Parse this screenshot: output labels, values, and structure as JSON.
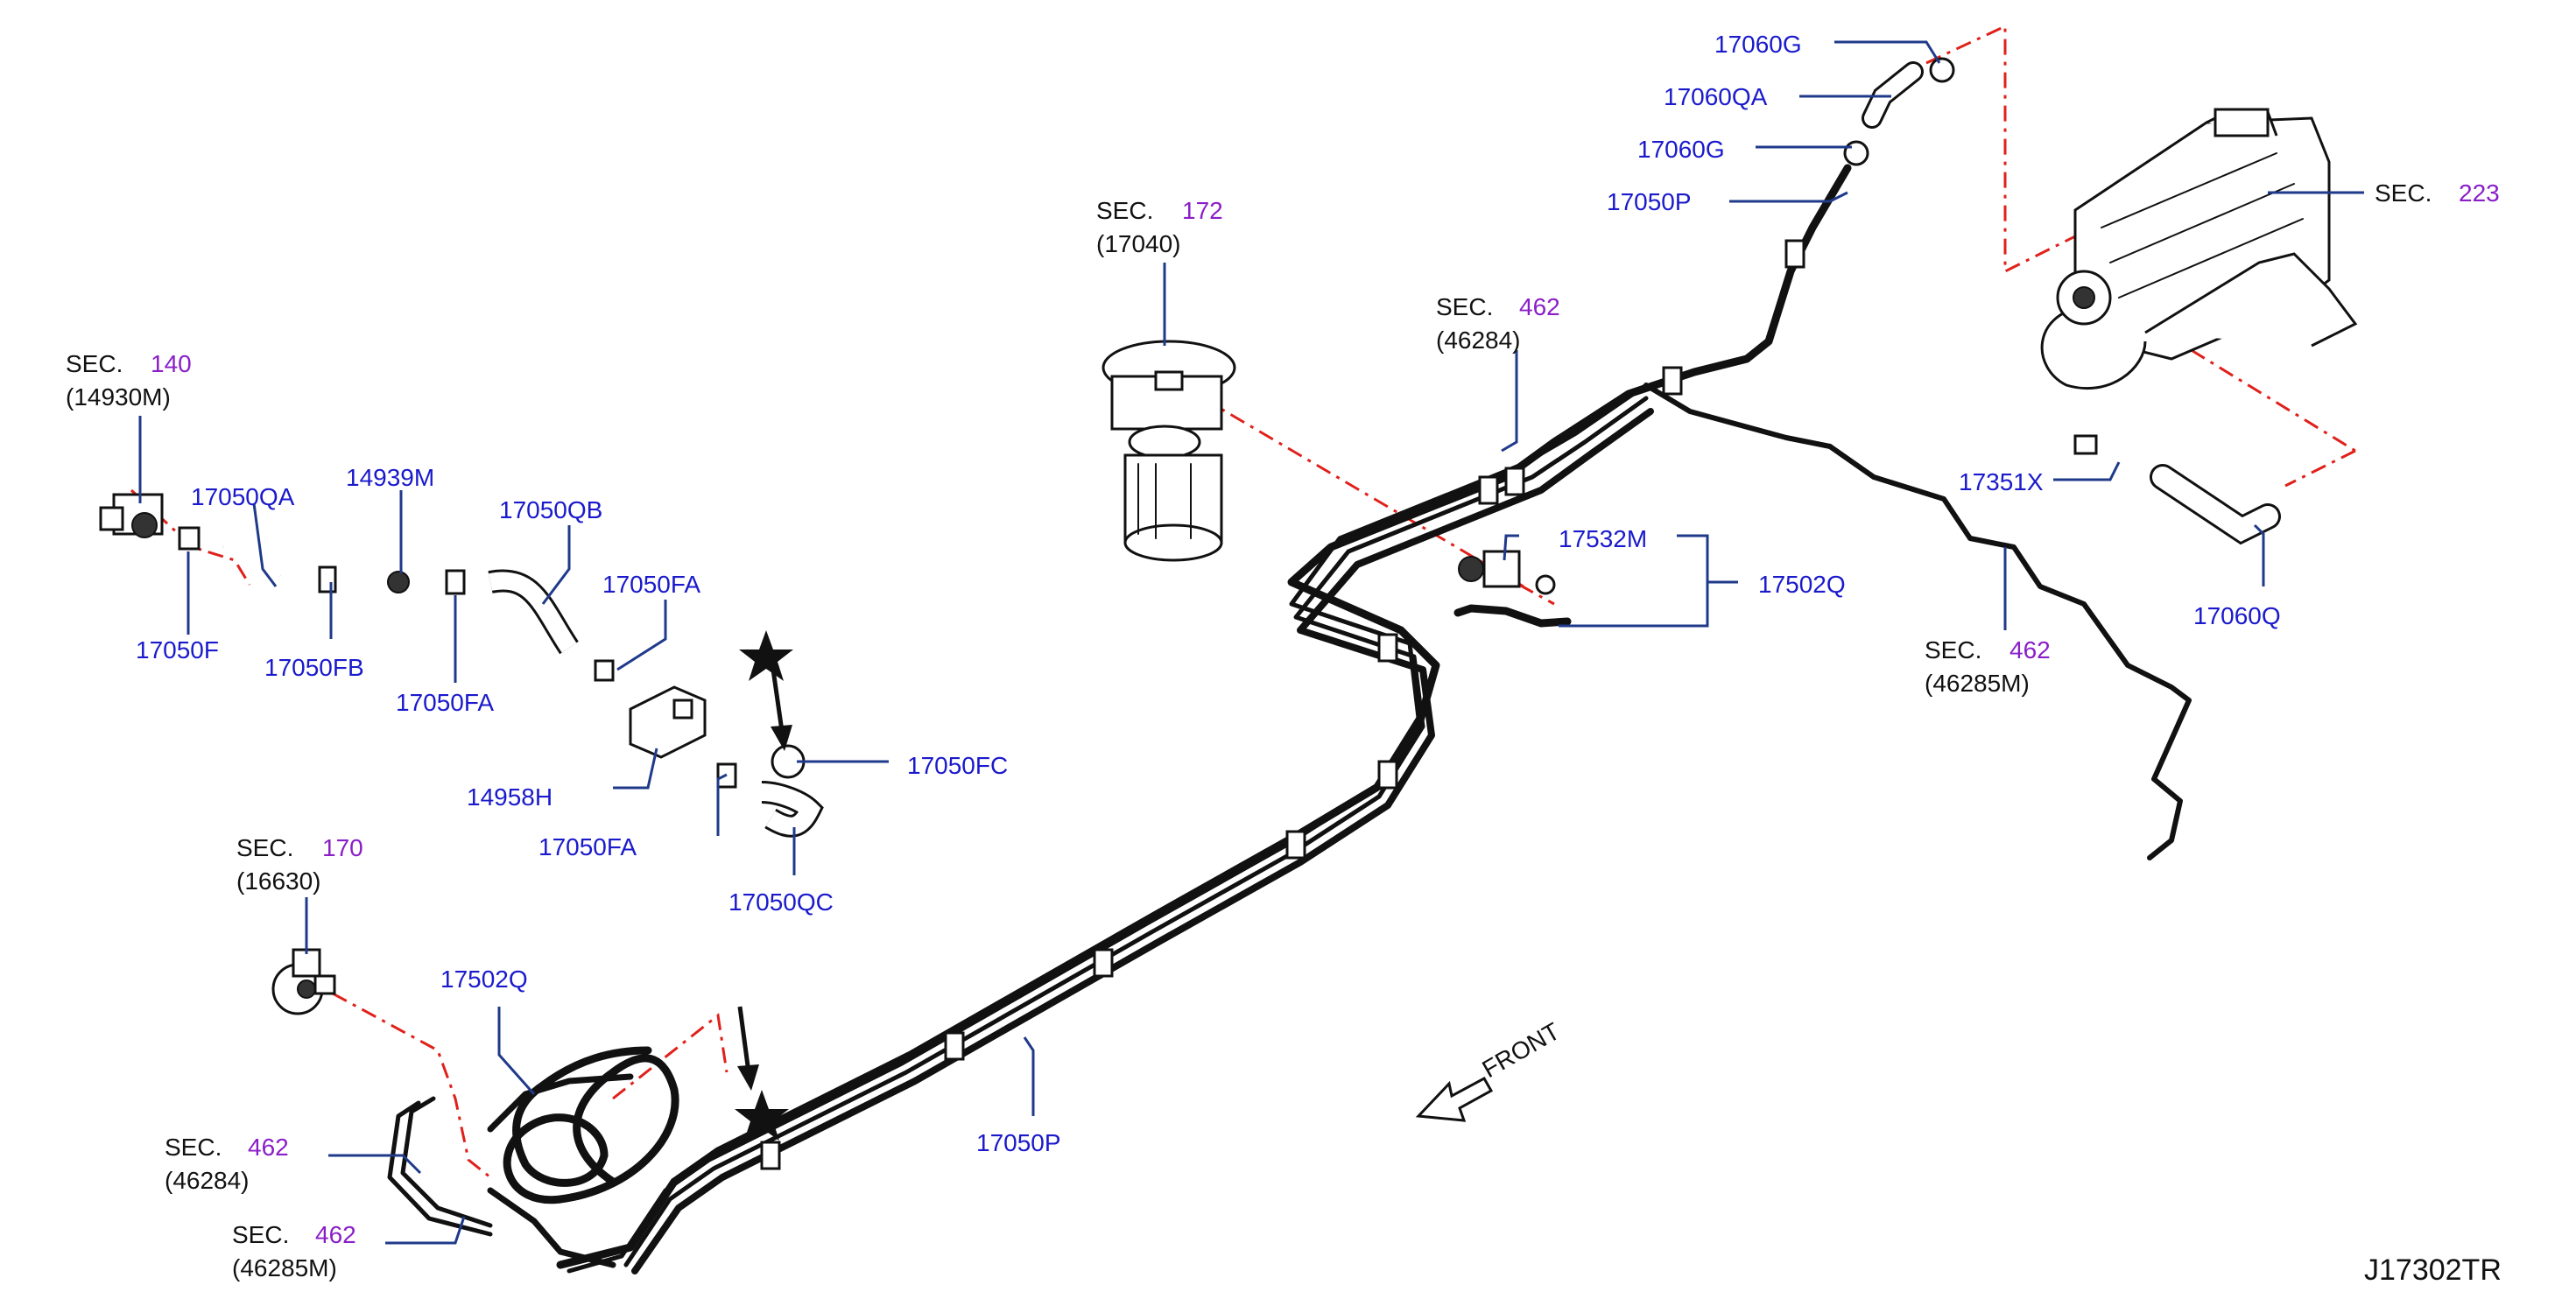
{
  "diagram_code": "J17302TR",
  "front_label": "FRONT",
  "part_labels": [
    "17060G",
    "17060QA",
    "17060G",
    "17050P",
    "17050QA",
    "14939M",
    "17050QB",
    "17050FA",
    "17050F",
    "17050FB",
    "17050FA",
    "14958H",
    "17050FA",
    "17050FC",
    "17050QC",
    "17532M",
    "17502Q",
    "17351X",
    "17060Q",
    "17502Q",
    "17050P"
  ],
  "section_refs": [
    {
      "prefix": "SEC.",
      "number": "223",
      "part": ""
    },
    {
      "prefix": "SEC.",
      "number": "172",
      "part": "(17040)"
    },
    {
      "prefix": "SEC.",
      "number": "462",
      "part": "(46284)"
    },
    {
      "prefix": "SEC.",
      "number": "140",
      "part": "(14930M)"
    },
    {
      "prefix": "SEC.",
      "number": "462",
      "part": "(46285M)"
    },
    {
      "prefix": "SEC.",
      "number": "170",
      "part": "(16630)"
    },
    {
      "prefix": "SEC.",
      "number": "462",
      "part": "(46284)"
    },
    {
      "prefix": "SEC.",
      "number": "462",
      "part": "(46285M)"
    }
  ],
  "markers": [
    "star-marker",
    "star-marker"
  ],
  "colors": {
    "part_label": "#1a1acc",
    "section_number": "#8a1ec8",
    "leader_line": "#1f3a8a",
    "chain_line": "#e0201a",
    "outline": "#111111"
  }
}
